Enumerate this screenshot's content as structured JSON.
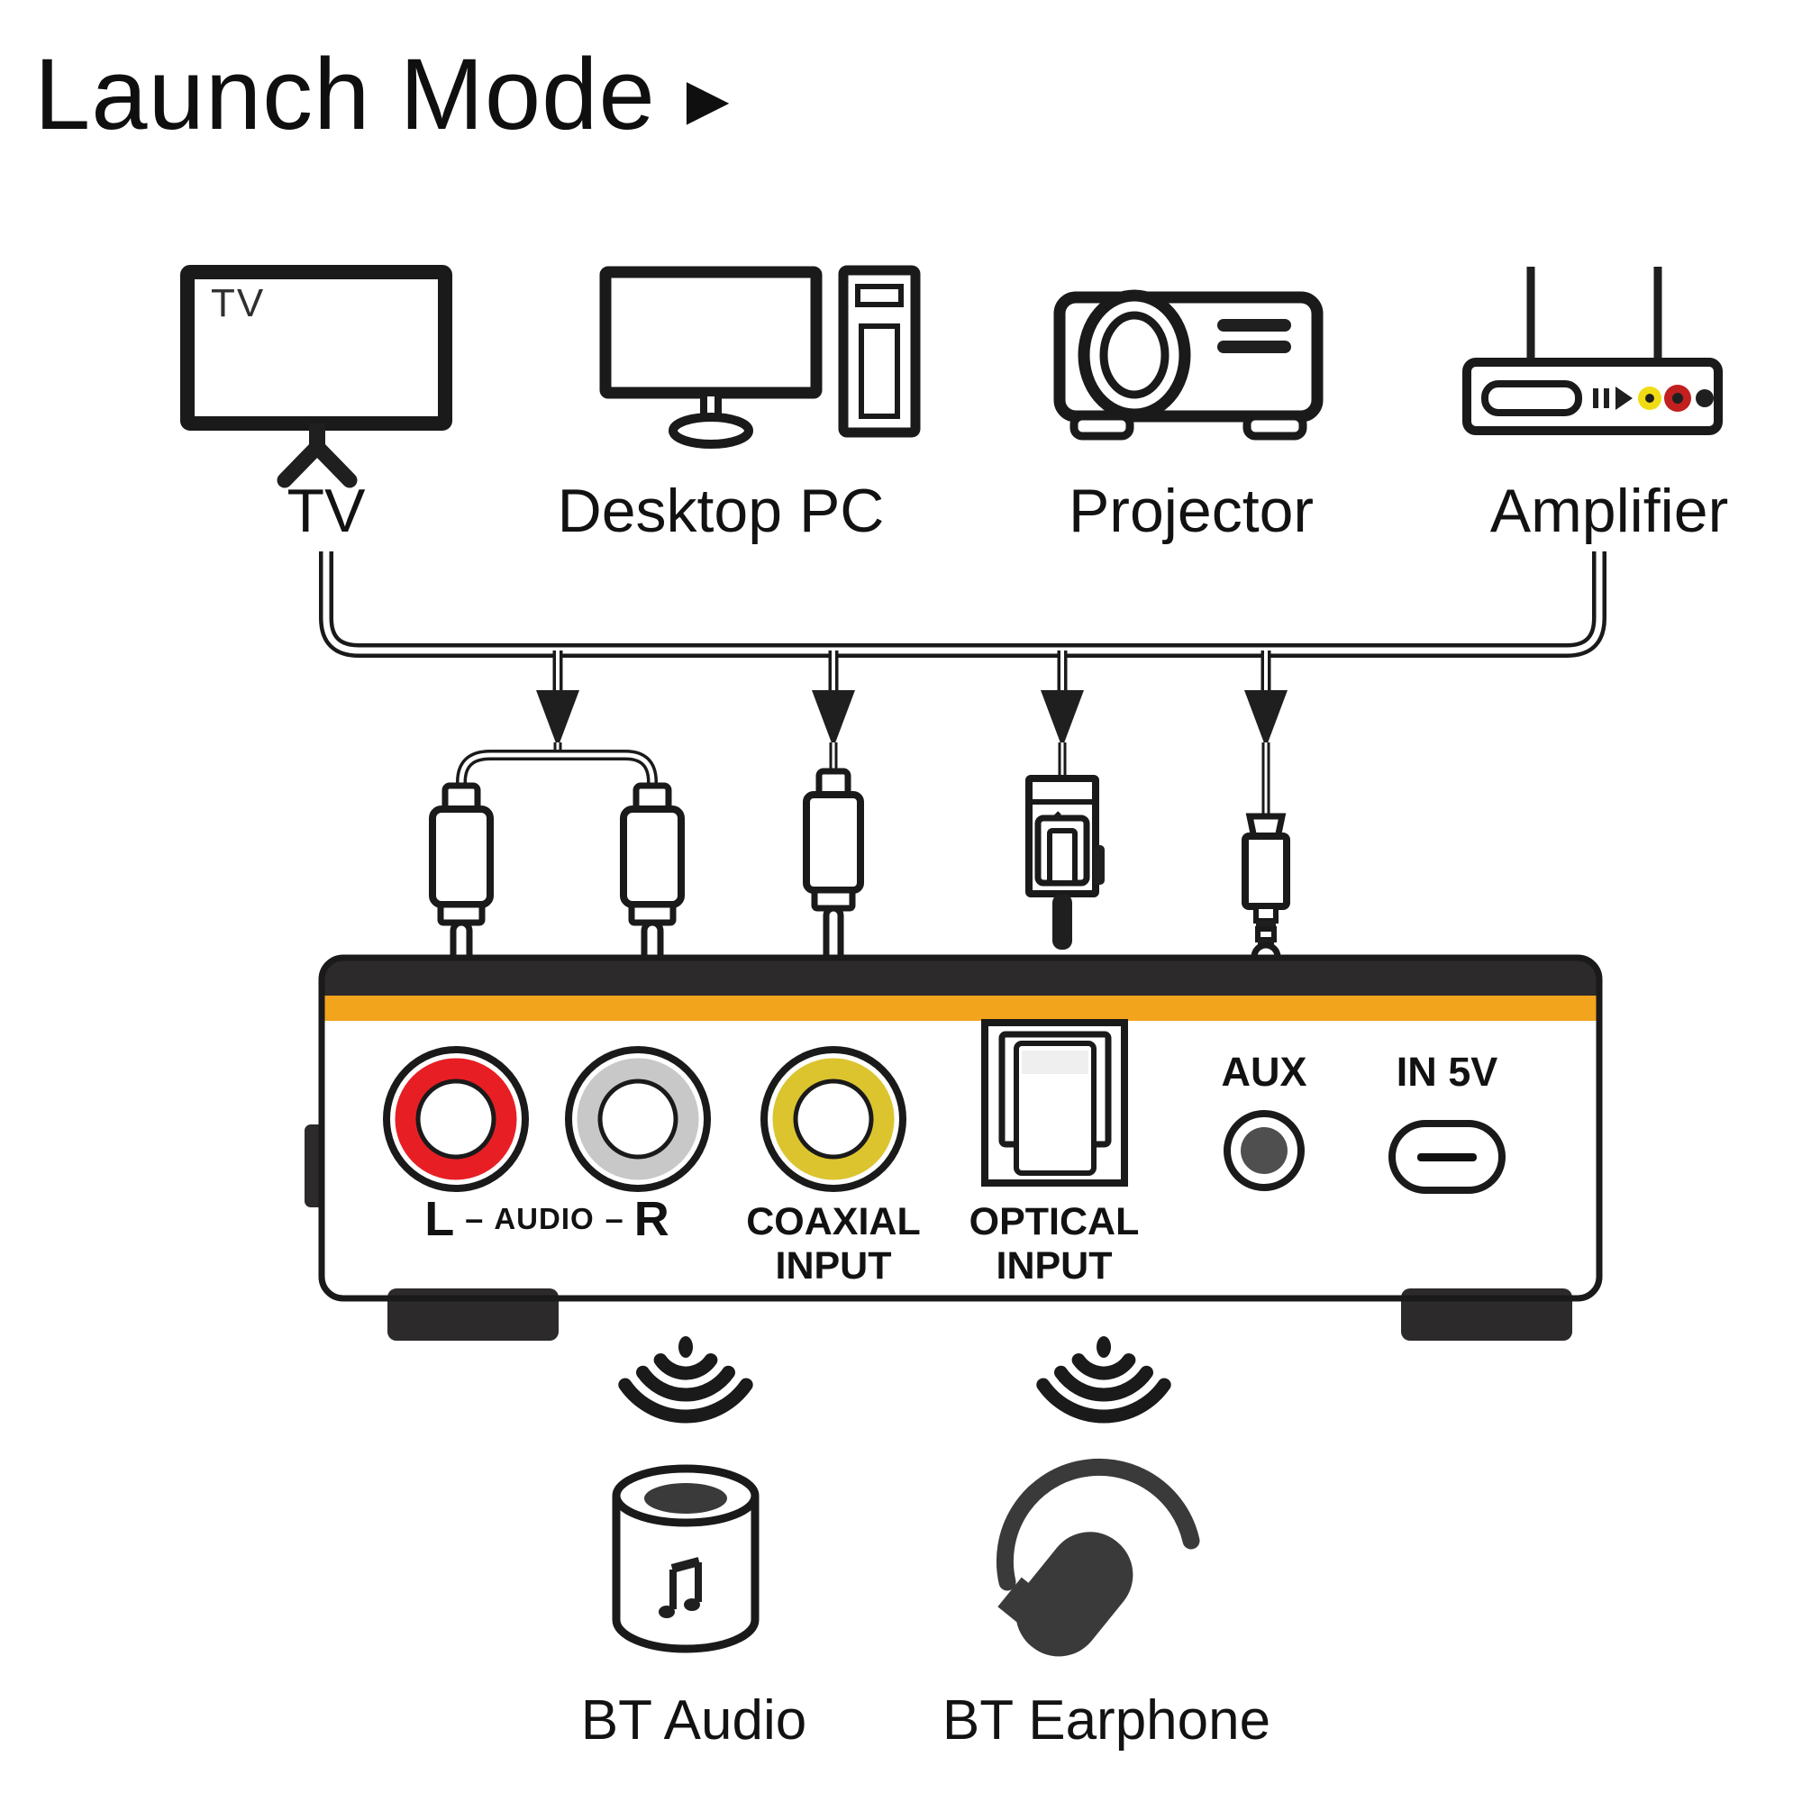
{
  "title": {
    "text": "Launch Mode",
    "arrow_icon": "▶"
  },
  "sources": [
    {
      "label": "TV",
      "screen_text": "TV",
      "icon": "tv-icon"
    },
    {
      "label": "Desktop PC",
      "icon": "desktop-pc-icon"
    },
    {
      "label": "Projector",
      "icon": "projector-icon"
    },
    {
      "label": "Amplifier",
      "icon": "amplifier-icon"
    }
  ],
  "cables": [
    {
      "icon": "rca-stereo-cable-icon"
    },
    {
      "icon": "coaxial-cable-icon"
    },
    {
      "icon": "optical-cable-icon"
    },
    {
      "icon": "aux-cable-icon"
    }
  ],
  "panel": {
    "audio_left": "L",
    "audio_dash": "–",
    "audio_mid": "AUDIO",
    "audio_right": "R",
    "coaxial_line1": "COAXIAL",
    "coaxial_line2": "INPUT",
    "optical_line1": "OPTICAL",
    "optical_line2": "INPUT",
    "aux_label": "AUX",
    "power_label": "IN 5V"
  },
  "outputs": [
    {
      "label": "BT Audio",
      "icon": "bt-speaker-icon"
    },
    {
      "label": "BT Earphone",
      "icon": "bt-earphone-icon"
    }
  ],
  "colors": {
    "accent_orange": "#F2A41D",
    "device_black": "#2D2A2B",
    "rca_red": "#E71F24",
    "rca_white": "#C8C8C8",
    "coaxial_yellow": "#DCC42F",
    "aux_gray": "#4F4F4F",
    "amp_yellow": "#F0DC12",
    "amp_red": "#C1201E",
    "icon_dark": "#3A3A3A"
  }
}
